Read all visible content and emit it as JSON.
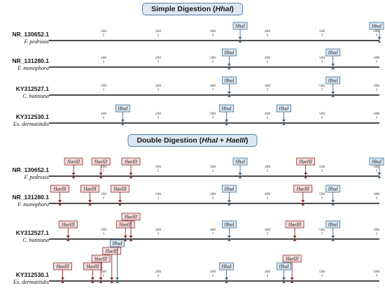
{
  "titles": {
    "simple": {
      "pre": "Simple Digestion (",
      "enz": "HhaI",
      "post": ")"
    },
    "double": {
      "pre": "Double Digestion (",
      "enz1": "HhaI",
      "mid": " + ",
      "enz2": "HaeIII",
      "post": ")"
    }
  },
  "enzymes": {
    "hhai": {
      "label": "HhaI",
      "fill": "#dbe8f3",
      "stroke": "#3d6d8f",
      "arrow": "#3d6d8f"
    },
    "haeiii": {
      "label": "HaeIII",
      "fill": "#f6dcdc",
      "stroke": "#8a2e2e",
      "arrow": "#8a2e2e"
    }
  },
  "ticks": [
    "100",
    "200",
    "300",
    "400",
    "500",
    "600"
  ],
  "samples": [
    {
      "accession": "NR_130652.1",
      "species": "F. pedrosoi"
    },
    {
      "accession": "NR_131280.1",
      "species": "F. monophora"
    },
    {
      "accession": "KY312527.1",
      "species": "C. bantiana"
    },
    {
      "accession": "KY312530.1",
      "species": "Ex. dermatitidis"
    }
  ],
  "simple_tracks": [
    {
      "sample": 0,
      "length": 605,
      "cuts": [
        {
          "enzyme": "hhai",
          "pos": 350
        },
        {
          "enzyme": "hhai",
          "pos": 605
        }
      ]
    },
    {
      "sample": 1,
      "length": 605,
      "cuts": [
        {
          "enzyme": "hhai",
          "pos": 330
        },
        {
          "enzyme": "hhai",
          "pos": 520
        }
      ]
    },
    {
      "sample": 2,
      "length": 605,
      "cuts": [
        {
          "enzyme": "hhai",
          "pos": 330
        },
        {
          "enzyme": "hhai",
          "pos": 520
        }
      ]
    },
    {
      "sample": 3,
      "length": 605,
      "cuts": [
        {
          "enzyme": "hhai",
          "pos": 135
        },
        {
          "enzyme": "hhai",
          "pos": 325
        },
        {
          "enzyme": "hhai",
          "pos": 430
        }
      ]
    }
  ],
  "double_tracks": [
    {
      "sample": 0,
      "length": 605,
      "cuts": [
        {
          "enzyme": "haeiii",
          "pos": 45
        },
        {
          "enzyme": "haeiii",
          "pos": 95
        },
        {
          "enzyme": "haeiii",
          "pos": 150
        },
        {
          "enzyme": "hhai",
          "pos": 350
        },
        {
          "enzyme": "haeiii",
          "pos": 470
        },
        {
          "enzyme": "hhai",
          "pos": 605
        }
      ]
    },
    {
      "sample": 1,
      "length": 605,
      "cuts": [
        {
          "enzyme": "haeiii",
          "pos": 20
        },
        {
          "enzyme": "haeiii",
          "pos": 75
        },
        {
          "enzyme": "haeiii",
          "pos": 130
        },
        {
          "enzyme": "hhai",
          "pos": 330
        },
        {
          "enzyme": "haeiii",
          "pos": 465
        },
        {
          "enzyme": "hhai",
          "pos": 520
        }
      ]
    },
    {
      "sample": 2,
      "length": 605,
      "cuts": [
        {
          "enzyme": "haeiii",
          "pos": 35
        },
        {
          "enzyme": "haeiii",
          "pos": 140
        },
        {
          "enzyme": "haeiii",
          "pos": 150
        },
        {
          "enzyme": "hhai",
          "pos": 330
        },
        {
          "enzyme": "haeiii",
          "pos": 450
        },
        {
          "enzyme": "hhai",
          "pos": 520
        }
      ]
    },
    {
      "sample": 3,
      "length": 605,
      "cuts": [
        {
          "enzyme": "haeiii",
          "pos": 25
        },
        {
          "enzyme": "haeiii",
          "pos": 80
        },
        {
          "enzyme": "haeiii",
          "pos": 95
        },
        {
          "enzyme": "haeiii",
          "pos": 115
        },
        {
          "enzyme": "hhai",
          "pos": 125
        },
        {
          "enzyme": "hhai",
          "pos": 325
        },
        {
          "enzyme": "hhai",
          "pos": 430
        },
        {
          "enzyme": "haeiii",
          "pos": 445
        }
      ]
    }
  ]
}
